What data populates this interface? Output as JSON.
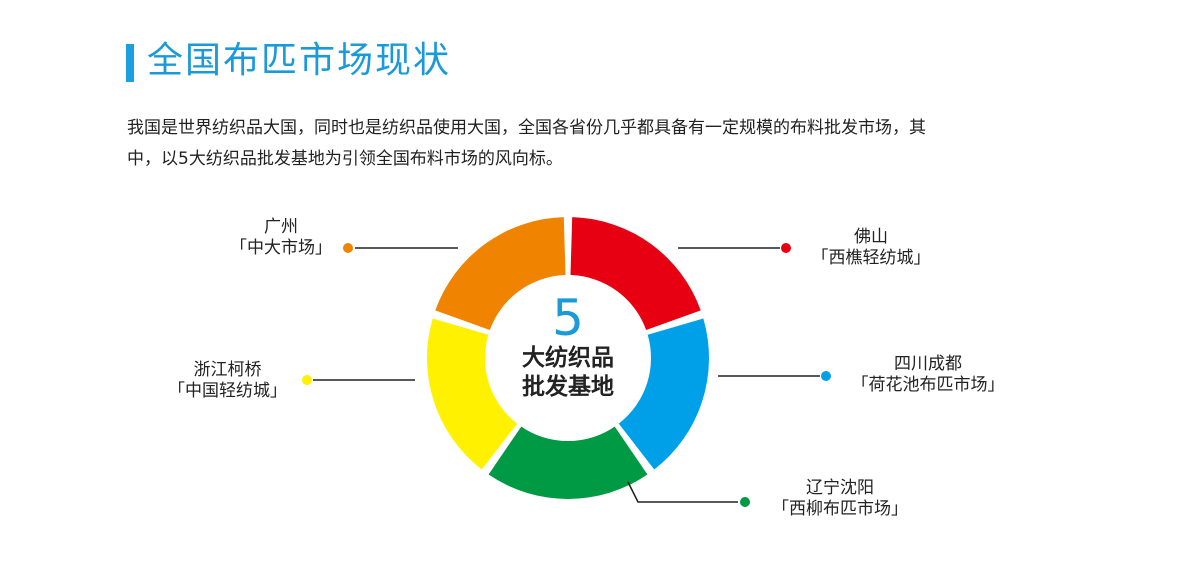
{
  "header": {
    "title": "全国布匹市场现状",
    "accent_color": "#1a9ad8"
  },
  "intro": {
    "line1": "我国是世界纺织品大国，同时也是纺织品使用大国，全国各省份几乎都具备有一定规模的布料批发市场，其",
    "line2": "中，以5大纺织品批发基地为引领全国布料市场的风向标。"
  },
  "center": {
    "number": "5",
    "line1": "大纺织品",
    "line2": "批发基地"
  },
  "segments": [
    {
      "name": "foshan",
      "color": "#e60012"
    },
    {
      "name": "sichuan",
      "color": "#00a0e9"
    },
    {
      "name": "liaoning",
      "color": "#009944"
    },
    {
      "name": "zhejiang",
      "color": "#fff100"
    },
    {
      "name": "guangzhou",
      "color": "#f08300"
    }
  ],
  "nodes": {
    "guangzhou": {
      "city": "广州",
      "market": "「中大市场」",
      "color": "#f08300"
    },
    "foshan": {
      "city": "佛山",
      "market": "「西樵轻纺城」",
      "color": "#e60012"
    },
    "zhejiang": {
      "city": "浙江柯桥",
      "market": "「中国轻纺城」",
      "color": "#fff100"
    },
    "sichuan": {
      "city": "四川成都",
      "market": "「荷花池布匹市场」",
      "color": "#00a0e9"
    },
    "liaoning": {
      "city": "辽宁沈阳",
      "market": "「西柳布匹市场」",
      "color": "#009944"
    }
  }
}
